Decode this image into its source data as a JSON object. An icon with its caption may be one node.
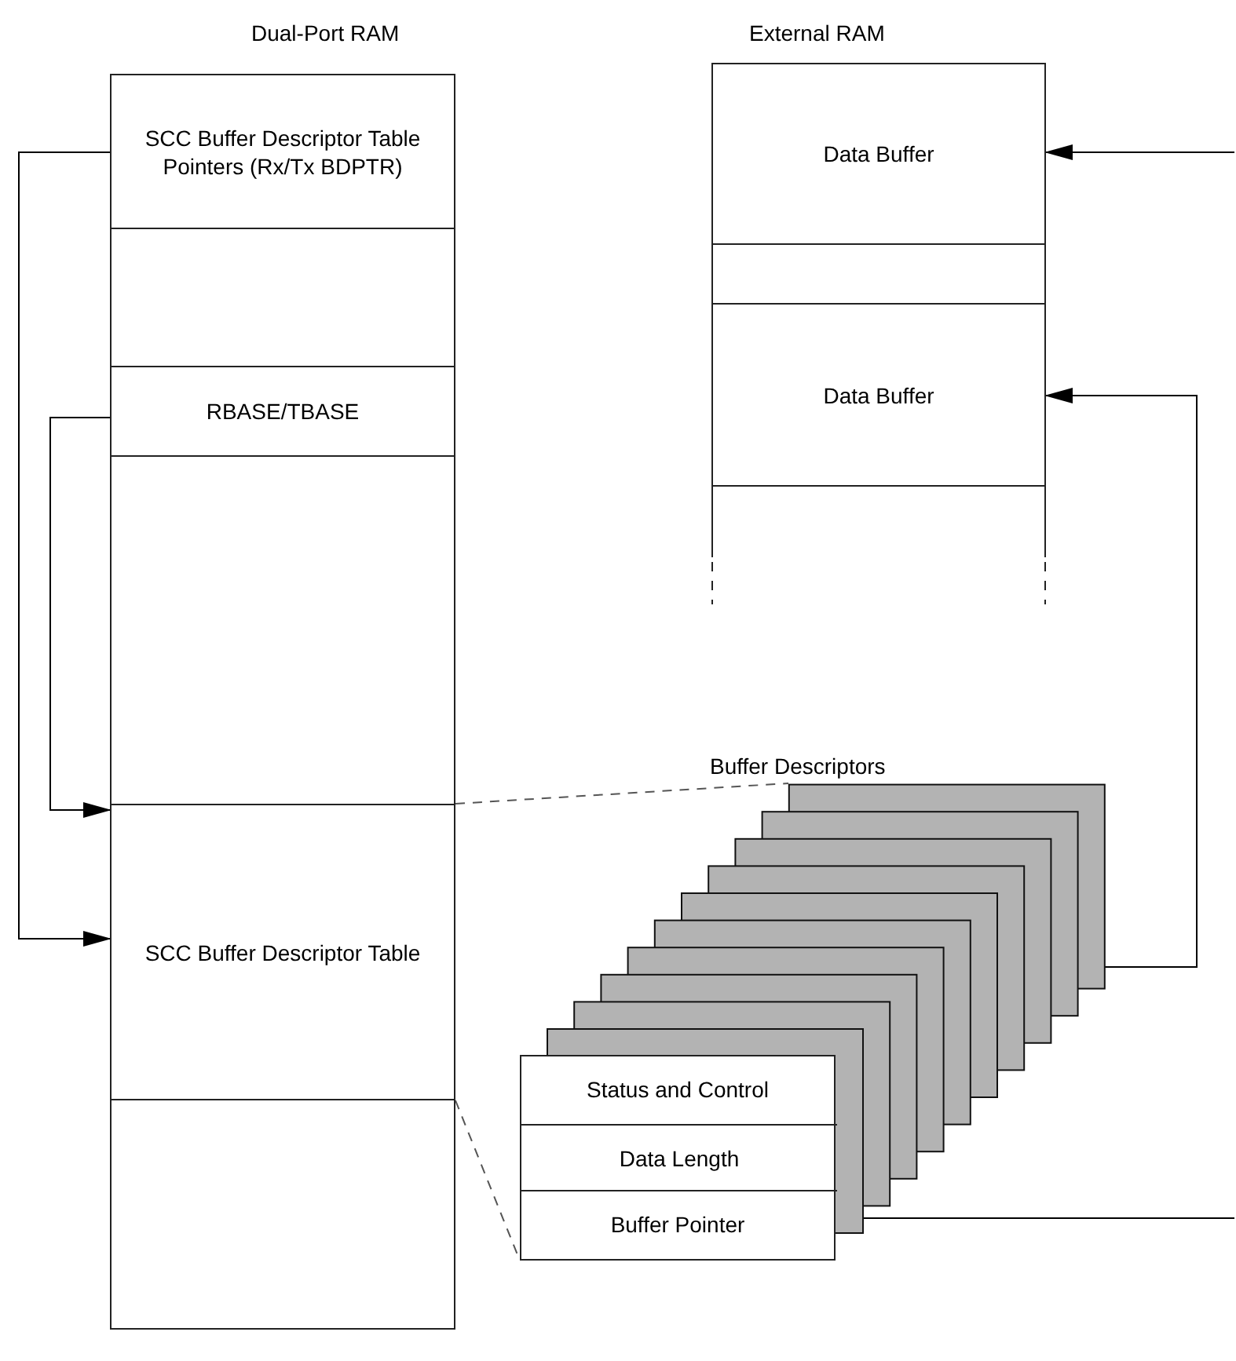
{
  "diagram": {
    "nodes": [
      {
        "text": [
          "Dual-Port RAM"
        ]
      },
      {
        "text": [
          "SCC Buffer Descriptor Table Pointers (Rx/Tx BDPTR)"
        ],
        "in": 0
      },
      {
        "text": [],
        "shape": "box",
        "in": 0
      },
      {
        "text": [
          "RBASE/TBASE"
        ],
        "in": 0
      },
      {
        "text": [],
        "shape": "box",
        "in": 0
      },
      {
        "text": [
          "SCC Buffer Descriptor Table"
        ],
        "in": 0
      },
      {
        "text": [],
        "shape": "box",
        "in": 0
      },
      {
        "text": [
          "External RAM"
        ]
      },
      {
        "text": [
          "Data Buffer"
        ],
        "in": 7
      },
      {
        "text": [],
        "shape": "box",
        "in": 7
      },
      {
        "text": [
          "Data Buffer"
        ],
        "in": 7
      },
      {
        "text": [],
        "shape": "box"
      },
      {
        "text": [],
        "shape": "box"
      },
      {
        "text": [
          "Status and Control"
        ]
      },
      {
        "text": [
          "Data Length"
        ],
        "in": 12
      },
      {
        "text": [
          "Buffer Pointer"
        ]
      }
    ],
    "edges": [
      {
        "from": 1,
        "to": 5,
        "arrow": "to"
      },
      {
        "from": 3,
        "to": 5,
        "arrow": "to"
      },
      {
        "from": null,
        "to": 8,
        "arrow": "to"
      },
      {
        "from": 11,
        "to": 10,
        "arrow": "to"
      },
      {
        "from": 15,
        "to": null,
        "arrow": "none"
      },
      {
        "from": 5,
        "to": 11,
        "arrow": "none",
        "style": "dashed"
      },
      {
        "from": 5,
        "to": 12,
        "arrow": "none",
        "style": "dashed"
      }
    ],
    "labels": [
      "Buffer Descriptors"
    ]
  }
}
